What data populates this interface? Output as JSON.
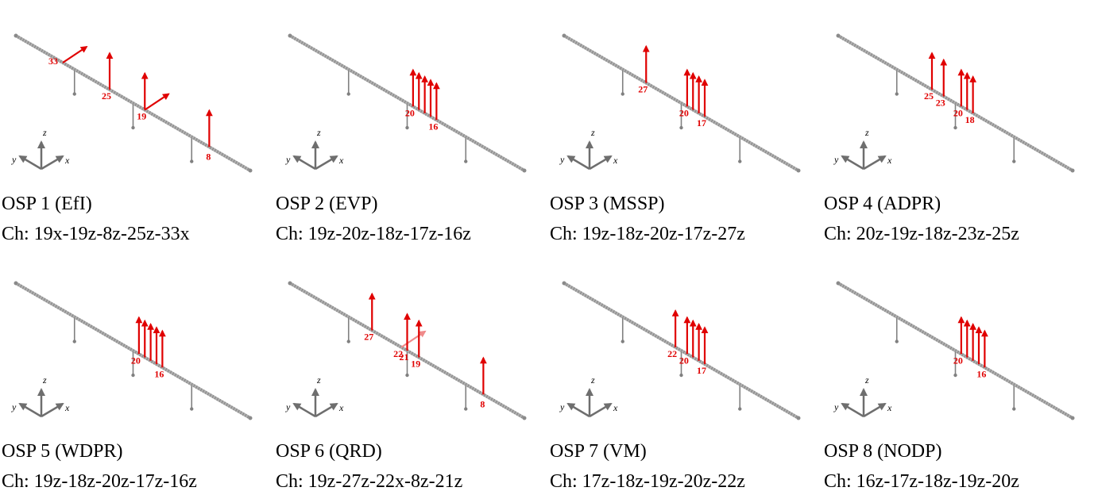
{
  "colors": {
    "sensor": "#e00000",
    "sensor_faded": "#f08a8a",
    "beam": "#8a8a8a",
    "pier": "#808080",
    "axes": "#6e6e6e"
  },
  "axes_labels": {
    "y": "y",
    "z": "z",
    "x": "x"
  },
  "panels": [
    {
      "title": "OSP 1 (EfI)",
      "channels": "Ch: 19x-19z-8z-25z-33x",
      "labels": [
        "33",
        "25",
        "19",
        "8"
      ],
      "sensors": [
        {
          "node": 33,
          "dir": "x"
        },
        {
          "node": 25,
          "dir": "z"
        },
        {
          "node": 19,
          "dir": "z"
        },
        {
          "node": 19,
          "dir": "x"
        },
        {
          "node": 8,
          "dir": "z"
        }
      ]
    },
    {
      "title": "OSP 2 (EVP)",
      "channels": "Ch: 19z-20z-18z-17z-16z",
      "labels": [
        "20",
        "16"
      ],
      "sensors": [
        {
          "node": 20,
          "dir": "z"
        },
        {
          "node": 19,
          "dir": "z"
        },
        {
          "node": 18,
          "dir": "z"
        },
        {
          "node": 17,
          "dir": "z"
        },
        {
          "node": 16,
          "dir": "z"
        }
      ]
    },
    {
      "title": "OSP 3 (MSSP)",
      "channels": "Ch: 19z-18z-20z-17z-27z",
      "labels": [
        "27",
        "20",
        "17"
      ],
      "sensors": [
        {
          "node": 27,
          "dir": "z"
        },
        {
          "node": 20,
          "dir": "z"
        },
        {
          "node": 19,
          "dir": "z"
        },
        {
          "node": 18,
          "dir": "z"
        },
        {
          "node": 17,
          "dir": "z"
        }
      ]
    },
    {
      "title": "OSP 4 (ADPR)",
      "channels": "Ch: 20z-19z-18z-23z-25z",
      "labels": [
        "25",
        "23",
        "20",
        "18"
      ],
      "sensors": [
        {
          "node": 25,
          "dir": "z"
        },
        {
          "node": 23,
          "dir": "z"
        },
        {
          "node": 20,
          "dir": "z"
        },
        {
          "node": 19,
          "dir": "z"
        },
        {
          "node": 18,
          "dir": "z"
        }
      ]
    },
    {
      "title": "OSP 5 (WDPR)",
      "channels": "Ch: 19z-18z-20z-17z-16z",
      "labels": [
        "20",
        "16"
      ],
      "sensors": [
        {
          "node": 20,
          "dir": "z"
        },
        {
          "node": 19,
          "dir": "z"
        },
        {
          "node": 18,
          "dir": "z"
        },
        {
          "node": 17,
          "dir": "z"
        },
        {
          "node": 16,
          "dir": "z"
        }
      ]
    },
    {
      "title": "OSP 6 (QRD)",
      "channels": "Ch: 19z-27z-22x-8z-21z",
      "labels": [
        "27",
        "22",
        "21",
        "19",
        "8"
      ],
      "sensors": [
        {
          "node": 27,
          "dir": "z"
        },
        {
          "node": 22,
          "dir": "x"
        },
        {
          "node": 21,
          "dir": "z"
        },
        {
          "node": 19,
          "dir": "z"
        },
        {
          "node": 8,
          "dir": "z"
        }
      ]
    },
    {
      "title": "OSP 7 (VM)",
      "channels": "Ch: 17z-18z-19z-20z-22z",
      "labels": [
        "22",
        "20",
        "17"
      ],
      "sensors": [
        {
          "node": 22,
          "dir": "z"
        },
        {
          "node": 20,
          "dir": "z"
        },
        {
          "node": 19,
          "dir": "z"
        },
        {
          "node": 18,
          "dir": "z"
        },
        {
          "node": 17,
          "dir": "z"
        }
      ]
    },
    {
      "title": "OSP 8 (NODP)",
      "channels": "Ch: 16z-17z-18z-19z-20z",
      "labels": [
        "20",
        "16"
      ],
      "sensors": [
        {
          "node": 20,
          "dir": "z"
        },
        {
          "node": 19,
          "dir": "z"
        },
        {
          "node": 18,
          "dir": "z"
        },
        {
          "node": 17,
          "dir": "z"
        },
        {
          "node": 16,
          "dir": "z"
        }
      ]
    }
  ]
}
